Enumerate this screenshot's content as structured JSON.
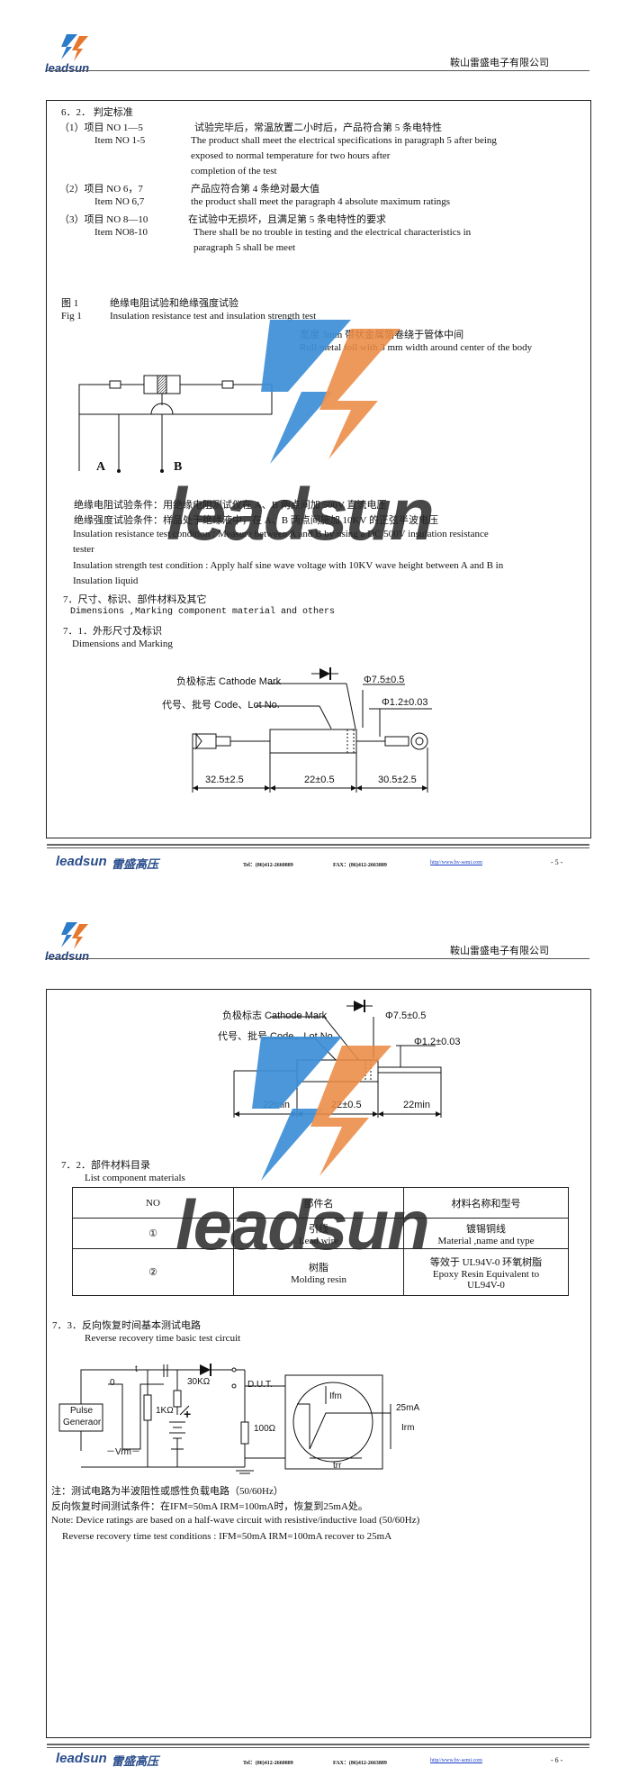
{
  "header": {
    "logo_text": "leadsun",
    "company": "鞍山雷盛电子有限公司"
  },
  "footer": {
    "brand": "leadsun",
    "brand_cn": "雷盛高压",
    "tel": "Tel：(86)412-2660889",
    "fax": "FAX：(86)412-2663889",
    "website": "http//www.hv-semi.com",
    "page5": "- 5 -",
    "page6": "- 6 -"
  },
  "watermark": {
    "text": "leadsun"
  },
  "page5": {
    "judgement": {
      "heading": "6．2．  判定标准",
      "item1_cn_label": "（1）项目  NO 1—5",
      "item1_cn_text": "试验完毕后，常温放置二小时后，产品符合第 5 条电特性",
      "item1_en_label": "Item NO 1-5",
      "item1_en_l1": "The product shall meet the electrical specifications in paragraph 5 after being",
      "item1_en_l2": "exposed to normal temperature for two hours after",
      "item1_en_l3": "completion of the test",
      "item2_cn_label": "（2）项目 NO 6，7",
      "item2_cn_text": "产品应符合第 4 条绝对最大值",
      "item2_en_label": "Item NO 6,7",
      "item2_en_text": "the product shall meet the paragraph 4 absolute maximum ratings",
      "item3_cn_label": "（3）项目  NO 8—10",
      "item3_cn_text": "在试验中无损坏，且满足第 5 条电特性的要求",
      "item3_en_label": "Item NO8-10",
      "item3_en_l1": "There shall be no trouble in testing and the electrical characteristics in",
      "item3_en_l2": "paragraph 5 shall be meet"
    },
    "fig1": {
      "cn_label": "图    1",
      "cn_title": "绝缘电阻试验和绝缘强度试验",
      "en_label": "Fig 1",
      "en_title": "Insulation resistance test and insulation strength test",
      "note_cn": "宽度 3mm 带状金属箔卷绕于管体中间",
      "note_en": "Roll metal foil with 3 mm width around center of the body",
      "label_a": "A",
      "label_b": "B"
    },
    "conditions": {
      "c1_cn": "绝缘电阻试验条件：用绝缘电阻测试仪在 A、B 两点间加 500V 直流电压",
      "c2_cn": "绝缘强度试验条件：样品处于绝缘液中，在 A、B 两点间施加 10KV 的正弦半波电压",
      "c1_en_l1": "Insulation resistance test condition : Measure between A and B by using a DC 500V insulation resistance",
      "c1_en_l2": "tester",
      "c2_en_l1": "Insulation strength test condition : Apply half sine wave voltage with 10KV wave height between A and B in",
      "c2_en_l2": "Insulation liquid"
    },
    "section7": {
      "heading_cn": "7．尺寸、标识、部件材料及其它",
      "heading_en": "Dimensions ,Marking component material and others",
      "sub_cn": "7．1．外形尺寸及标识",
      "sub_en": "Dimensions and Marking"
    },
    "dim1": {
      "cathode": "负极标志 Cathode Mark",
      "code": "代号、批号 Code、Lot No.",
      "d_body": "Φ7.5±0.5",
      "d_lead": "Φ1.2±0.03",
      "len1": "32.5±2.5",
      "len2": "22±0.5",
      "len3": "30.5±2.5"
    }
  },
  "page6": {
    "dim2": {
      "cathode": "负极标志 Cathode Mark",
      "code": "代号、批号 Code、Lot No.",
      "d_body": "Φ7.5±0.5",
      "d_lead": "Φ1.2±0.03",
      "len1": "22min",
      "len2": "22±0.5",
      "len3": "22min"
    },
    "materials": {
      "heading_cn": "7．2．部件材料目录",
      "heading_en": "List component materials",
      "col_no": "NO",
      "col_part": "部件名",
      "col_mat": "材料名称和型号",
      "r1_no": "①",
      "r1_part_cn": "引线",
      "r1_part_en": "Lead wire",
      "r1_mat_cn": "镀锡铜线",
      "r1_mat_en": "Material ,name and type",
      "r2_no": "②",
      "r2_part_cn": "树脂",
      "r2_part_en": "Molding resin",
      "r2_mat_l1": "等效于 UL94V-0 环氧树脂",
      "r2_mat_l2": "Epoxy Resin Equivalent to",
      "r2_mat_l3": "UL94V-0"
    },
    "trr": {
      "heading_cn": "7．3．反向恢复时间基本测试电路",
      "heading_en": "Reverse recovery time basic test circuit",
      "pulse1": "Pulse",
      "pulse2": "Generaor",
      "zero": "0",
      "t": "t",
      "vrm": "－Vrm－",
      "r30k": "30KΩ",
      "r1k": "1KΩ",
      "dut": "D.U.T.",
      "r100": "100Ω",
      "ifm": "Ifm",
      "i25": "25mA",
      "irm": "Irm",
      "trr": "trr",
      "plus": "+"
    },
    "notes": {
      "n1_cn": "注：测试电路为半波阻性或感性负载电路（50/60Hz）",
      "n2_cn": "反向恢复时间测试条件：在IFM=50mA IRM=100mA时，恢复到25mA处。",
      "n1_en": "Note: Device ratings are based on a half-wave circuit with resistive/inductive load (50/60Hz)",
      "n2_en": "Reverse recovery time test conditions : IFM=50mA IRM=100mA recover to 25mA"
    }
  }
}
